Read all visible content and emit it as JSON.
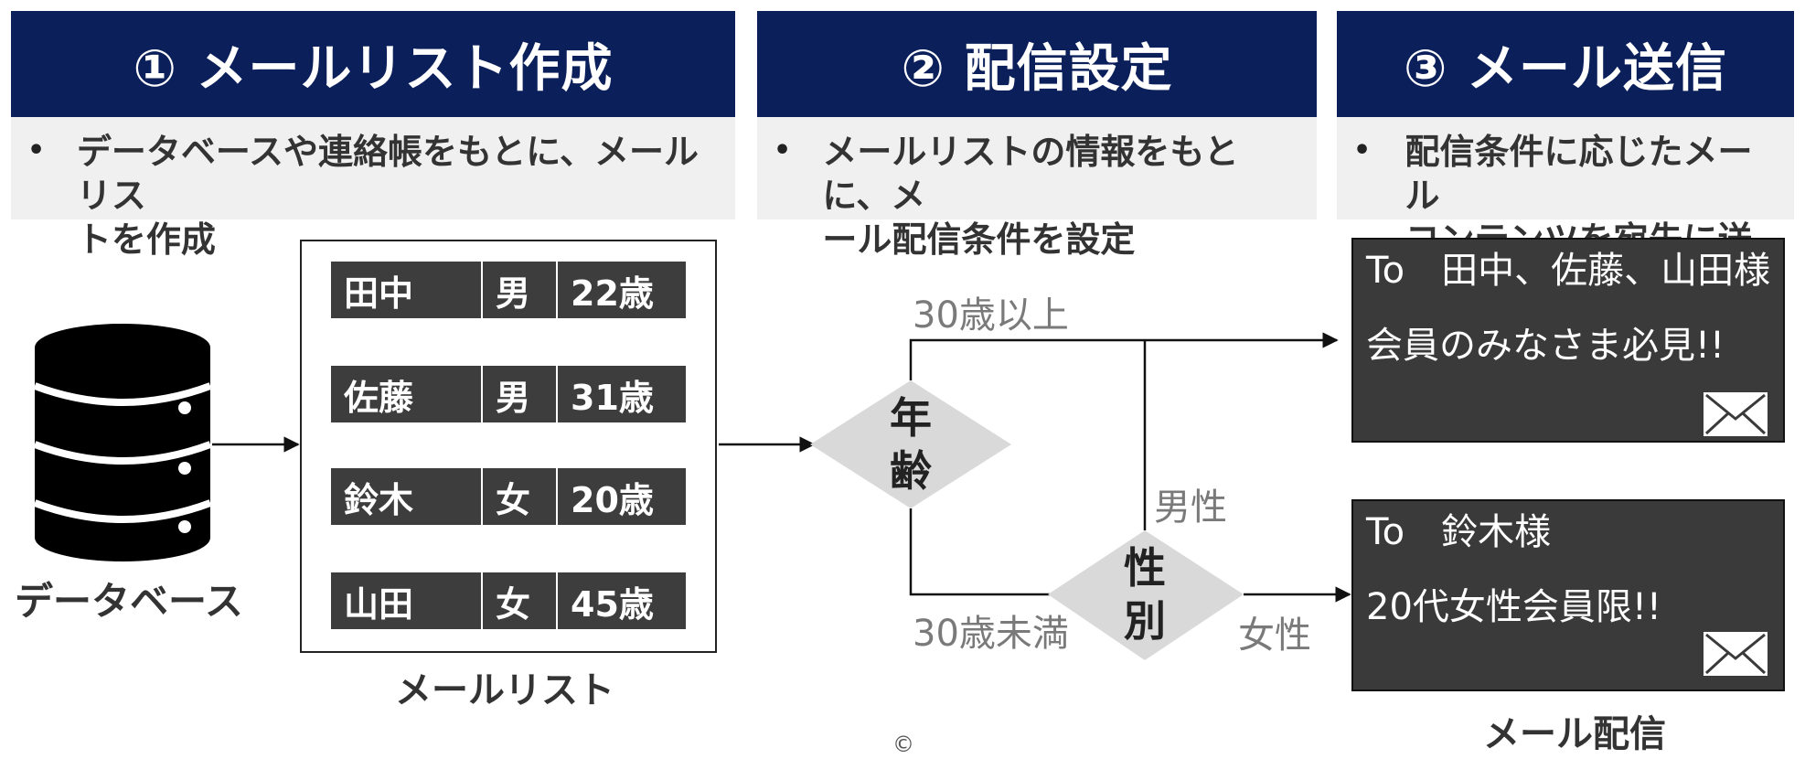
{
  "steps": [
    {
      "title": "① メールリスト作成",
      "bullet": "•",
      "description_lines": [
        "データベースや連絡帳をもとに、メールリス",
        "トを作成"
      ]
    },
    {
      "title": "② 配信設定",
      "bullet": "•",
      "description_lines": [
        "メールリストの情報をもとに、メ",
        "ール配信条件を設定"
      ]
    },
    {
      "title": "③ メール送信",
      "bullet": "•",
      "description_lines": [
        "配信条件に応じたメール",
        "コンテンツを宛先に送信"
      ]
    }
  ],
  "database": {
    "label": "データベース"
  },
  "mail_list": {
    "caption": "メールリスト",
    "rows": [
      {
        "name": "田中",
        "gender": "男",
        "age": "22歳"
      },
      {
        "name": "佐藤",
        "gender": "男",
        "age": "31歳"
      },
      {
        "name": "鈴木",
        "gender": "女",
        "age": "20歳"
      },
      {
        "name": "山田",
        "gender": "女",
        "age": "45歳"
      }
    ]
  },
  "conditions": {
    "age_node": "年\n齢",
    "gender_node": "性\n別",
    "age_over": "30歳以上",
    "age_under": "30歳未満",
    "male": "男性",
    "female": "女性"
  },
  "mails": [
    {
      "to": "To　田中、佐藤、山田様",
      "subject": "会員のみなさま必見!!"
    },
    {
      "to": "To　鈴木様",
      "subject": "20代女性会員限!!"
    }
  ],
  "mail_caption": "メール配信",
  "footer_symbol": "©",
  "colors": {
    "header_bg": "#0b1f5b",
    "desc_bg": "#f0f0f0",
    "cell_bg": "#3d3d3d",
    "mail_bg": "#3a3a3a",
    "diamond": "#d9d9d9",
    "cond_text": "#7a7a7a"
  }
}
